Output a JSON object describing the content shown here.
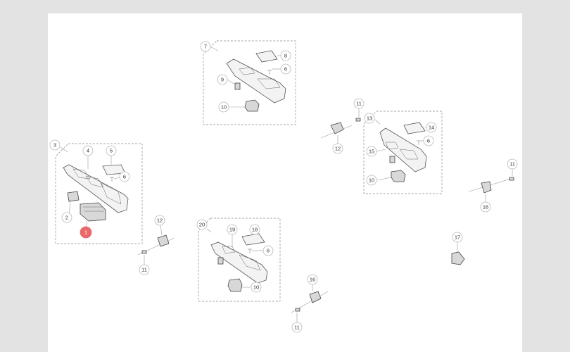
{
  "diagram": {
    "highlight_color": "#e86a6a",
    "callouts": [
      {
        "id": "c7",
        "label": "7"
      },
      {
        "id": "c8",
        "label": "8"
      },
      {
        "id": "c6a",
        "label": "6"
      },
      {
        "id": "c9",
        "label": "9"
      },
      {
        "id": "c10a",
        "label": "10"
      },
      {
        "id": "c3",
        "label": "3"
      },
      {
        "id": "c4",
        "label": "4"
      },
      {
        "id": "c5",
        "label": "5"
      },
      {
        "id": "c6b",
        "label": "6"
      },
      {
        "id": "c2",
        "label": "2"
      },
      {
        "id": "c1",
        "label": "1",
        "highlight": true
      },
      {
        "id": "c11a",
        "label": "11"
      },
      {
        "id": "c13",
        "label": "13"
      },
      {
        "id": "c14",
        "label": "14"
      },
      {
        "id": "c6c",
        "label": "6"
      },
      {
        "id": "c15",
        "label": "15"
      },
      {
        "id": "c10b",
        "label": "10"
      },
      {
        "id": "c12a",
        "label": "12"
      },
      {
        "id": "c11b",
        "label": "11"
      },
      {
        "id": "c16a",
        "label": "16"
      },
      {
        "id": "c12b",
        "label": "12"
      },
      {
        "id": "c11c",
        "label": "11"
      },
      {
        "id": "c20",
        "label": "20"
      },
      {
        "id": "c19",
        "label": "19"
      },
      {
        "id": "c18",
        "label": "18"
      },
      {
        "id": "c6d",
        "label": "6"
      },
      {
        "id": "c10c",
        "label": "10"
      },
      {
        "id": "c17",
        "label": "17"
      },
      {
        "id": "c16b",
        "label": "16"
      },
      {
        "id": "c11d",
        "label": "11"
      }
    ]
  }
}
